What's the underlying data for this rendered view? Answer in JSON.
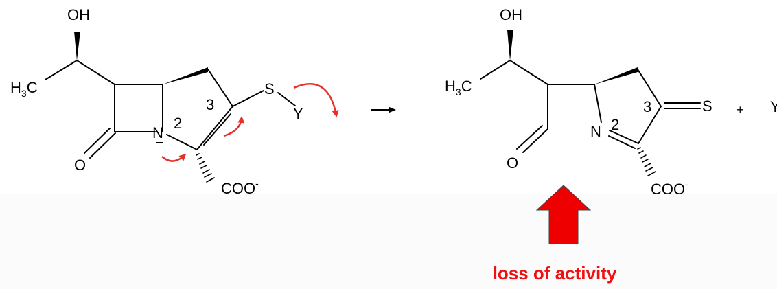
{
  "colors": {
    "bond": "#000000",
    "arrow": "#e8302a",
    "big_arrow": "#ee0000",
    "caption": "#ee1111"
  },
  "reactant": {
    "oh": "OH",
    "h3c_h": "H",
    "h3c_sub": "3",
    "h3c_c": "C",
    "o": "O",
    "n": "N",
    "num2": "2",
    "num3": "3",
    "s": "S",
    "y": "Y",
    "coo": "COO",
    "coo_charge": "-"
  },
  "product": {
    "oh": "OH",
    "h3c_h": "H",
    "h3c_sub": "3",
    "h3c_c": "C",
    "o": "O",
    "n": "N",
    "num2": "2",
    "num3": "3",
    "s": "S",
    "coo": "COO",
    "coo_charge": "-"
  },
  "plus": "+",
  "trailing_y": "Y",
  "caption": "loss of activity"
}
